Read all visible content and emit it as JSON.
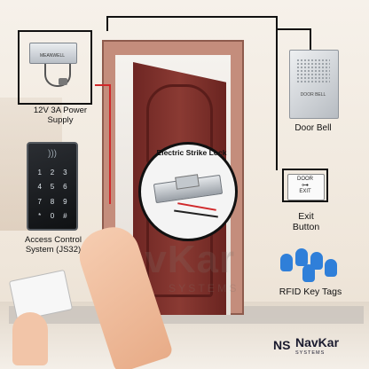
{
  "labels": {
    "power_supply": "12V 3A Power\nSupply",
    "door_bell": "Door Bell",
    "electric_strike_lock": "Electric Strike Lock",
    "exit_button": "Exit\nButton",
    "access_control": "Access Control\nSystem (JS32)",
    "rfid_tags": "RFID Key Tags",
    "door_bell_device_text": "DOOR BELL",
    "exit_plate_top": "DOOR",
    "exit_plate_bottom": "EXIT",
    "psu_brand": "MEANWELL"
  },
  "brand": {
    "watermark_main": "NavKar",
    "watermark_sub": "S Y S T E M S",
    "logo_mark": "NS",
    "logo_name": "NavKar",
    "logo_sub": "SYSTEMS"
  },
  "keypad": {
    "keys": [
      "1",
      "2",
      "3",
      "4",
      "5",
      "6",
      "7",
      "8",
      "9",
      "*",
      "0",
      "#"
    ]
  },
  "colors": {
    "door": "#7a2e2a",
    "frame": "#c48d7c",
    "wall": "#f3ece4",
    "wire_red": "#d0282a",
    "rfid_blue": "#2f7fd9",
    "brand_dark": "#1a1a2e"
  },
  "icons": {
    "rfid_reader": "rfid-wave-icon",
    "bell": "bell-icon",
    "exit": "key-icon"
  }
}
